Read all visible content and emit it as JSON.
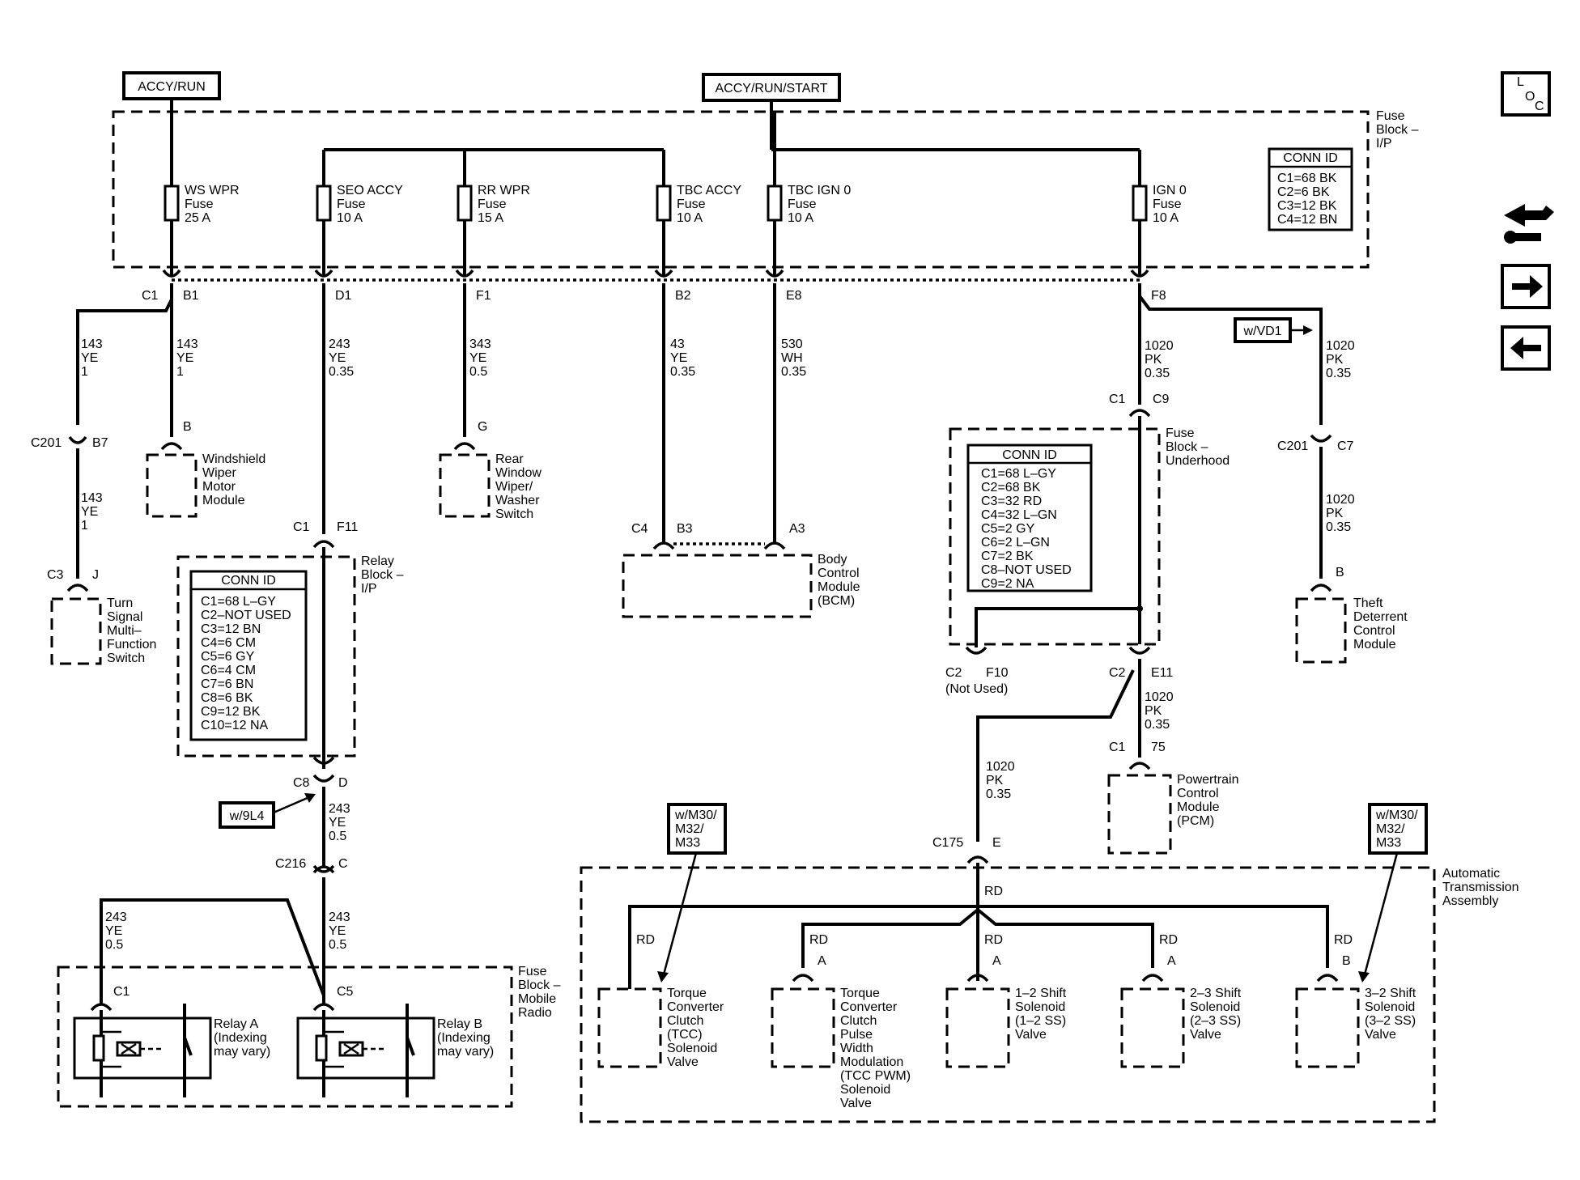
{
  "power": {
    "accy_run": "ACCY/RUN",
    "accy_run_start": "ACCY/RUN/START"
  },
  "fuse_block_ip": {
    "label": [
      "Fuse",
      "Block –",
      "I/P"
    ],
    "conn_id": {
      "title": "CONN ID",
      "rows": [
        "C1=68 BK",
        "C2=6 BK",
        "C3=12 BK",
        "C4=12 BN"
      ]
    },
    "fuses": [
      {
        "name": "WS WPR",
        "type": "Fuse",
        "rating": "25 A"
      },
      {
        "name": "SEO ACCY",
        "type": "Fuse",
        "rating": "10 A"
      },
      {
        "name": "RR WPR",
        "type": "Fuse",
        "rating": "15 A"
      },
      {
        "name": "TBC ACCY",
        "type": "Fuse",
        "rating": "10 A"
      },
      {
        "name": "TBC IGN 0",
        "type": "Fuse",
        "rating": "10 A"
      },
      {
        "name": "IGN 0",
        "type": "Fuse",
        "rating": "10 A"
      }
    ]
  },
  "pins": {
    "c1": "C1",
    "b1": "B1",
    "d1": "D1",
    "f1": "F1",
    "b2": "B2",
    "e8": "E8",
    "f8": "F8",
    "c201_left": "C201",
    "b7": "B7",
    "c3": "C3",
    "j": "J",
    "b_wiper": "B",
    "g_rear": "G",
    "c1_f11": "C1",
    "f11": "F11",
    "c4_bcm": "C4",
    "b3": "B3",
    "a3": "A3",
    "c1_c9": "C1",
    "c9": "C9",
    "c201_right": "C201",
    "c7": "C7",
    "b_theft": "B",
    "c2_f10": "C2",
    "f10": "F10",
    "not_used": "(Not Used)",
    "c2_e11": "C2",
    "e11": "E11",
    "c1_pcm": "C1",
    "p75": "75",
    "c8": "C8",
    "d_c8": "D",
    "c216": "C216",
    "c_c216": "C",
    "c175": "C175",
    "e_c175": "E",
    "relay_c1": "C1",
    "relay_c5": "C5",
    "a_pwm": "A",
    "a_12": "A",
    "a_23": "A",
    "b_32": "B"
  },
  "wires": {
    "w143_top": [
      "143",
      "YE",
      "1"
    ],
    "w143_b": [
      "143",
      "YE",
      "1"
    ],
    "w243_d1": [
      "243",
      "YE",
      "0.35"
    ],
    "w343": [
      "343",
      "YE",
      "0.5"
    ],
    "w43": [
      "43",
      "YE",
      "0.35"
    ],
    "w530": [
      "530",
      "WH",
      "0.35"
    ],
    "w1020_c9": [
      "1020",
      "PK",
      "0.35"
    ],
    "w1020_vd1": [
      "1020",
      "PK",
      "0.35"
    ],
    "w143_c201": [
      "143",
      "YE",
      "1"
    ],
    "w1020_theft": [
      "1020",
      "PK",
      "0.35"
    ],
    "w1020_pcm": [
      "1020",
      "PK",
      "0.35"
    ],
    "w1020_c175": [
      "1020",
      "PK",
      "0.35"
    ],
    "w243_c8": [
      "243",
      "YE",
      "0.5"
    ],
    "w243_relay_left": [
      "243",
      "YE",
      "0.5"
    ],
    "w243_relay_right": [
      "243",
      "YE",
      "0.5"
    ],
    "rd": "RD"
  },
  "components": {
    "windshield_wiper": [
      "Windshield",
      "Wiper",
      "Motor",
      "Module"
    ],
    "rear_window": [
      "Rear",
      "Window",
      "Wiper/",
      "Washer",
      "Switch"
    ],
    "turn_signal": [
      "Turn",
      "Signal",
      "Multi–",
      "Function",
      "Switch"
    ],
    "bcm": [
      "Body",
      "Control",
      "Module",
      "(BCM)"
    ],
    "theft": [
      "Theft",
      "Deterrent",
      "Control",
      "Module"
    ],
    "pcm": [
      "Powertrain",
      "Control",
      "Module",
      "(PCM)"
    ],
    "tcc": [
      "Torque",
      "Converter",
      "Clutch",
      "(TCC)",
      "Solenoid",
      "Valve"
    ],
    "tcc_pwm": [
      "Torque",
      "Converter",
      "Clutch",
      "Pulse",
      "Width",
      "Modulation",
      "(TCC PWM)",
      "Solenoid",
      "Valve"
    ],
    "ss12": [
      "1–2 Shift",
      "Solenoid",
      "(1–2 SS)",
      "Valve"
    ],
    "ss23": [
      "2–3 Shift",
      "Solenoid",
      "(2–3 SS)",
      "Valve"
    ],
    "ss32": [
      "3–2 Shift",
      "Solenoid",
      "(3–2 SS)",
      "Valve"
    ],
    "relay_a": [
      "Relay A",
      "(Indexing",
      "may vary)"
    ],
    "relay_b": [
      "Relay B",
      "(Indexing",
      "may vary)"
    ]
  },
  "relay_block_ip": {
    "label": [
      "Relay",
      "Block –",
      "I/P"
    ],
    "conn_id": {
      "title": "CONN ID",
      "rows": [
        "C1=68 L–GY",
        "C2–NOT USED",
        "C3=12 BN",
        "C4=6 CM",
        "C5=6 GY",
        "C6=4 CM",
        "C7=6 BN",
        "C8=6 BK",
        "C9=12 BK",
        "C10=12 NA"
      ]
    }
  },
  "fuse_block_underhood": {
    "label": [
      "Fuse",
      "Block –",
      "Underhood"
    ],
    "conn_id": {
      "title": "CONN ID",
      "rows": [
        "C1=68 L–GY",
        "C2=68 BK",
        "C3=32 RD",
        "C4=32 L–GN",
        "C5=2 GY",
        "C6=2 L–GN",
        "C7=2 BK",
        "C8–NOT USED",
        "C9=2 NA"
      ]
    }
  },
  "fuse_block_mobile_radio": {
    "label": [
      "Fuse",
      "Block –",
      "Mobile",
      "Radio"
    ]
  },
  "automatic_transmission": {
    "label": [
      "Automatic",
      "Transmission",
      "Assembly"
    ]
  },
  "options": {
    "vd1": "w/VD1",
    "l4": "w/9L4",
    "m30": [
      "w/M30/",
      "M32/",
      "M33"
    ]
  },
  "side_icons": {
    "loc": [
      "L",
      "O",
      "C"
    ],
    "icons": [
      "schematic-nav-icon",
      "next-arrow-icon",
      "prev-arrow-icon"
    ]
  }
}
